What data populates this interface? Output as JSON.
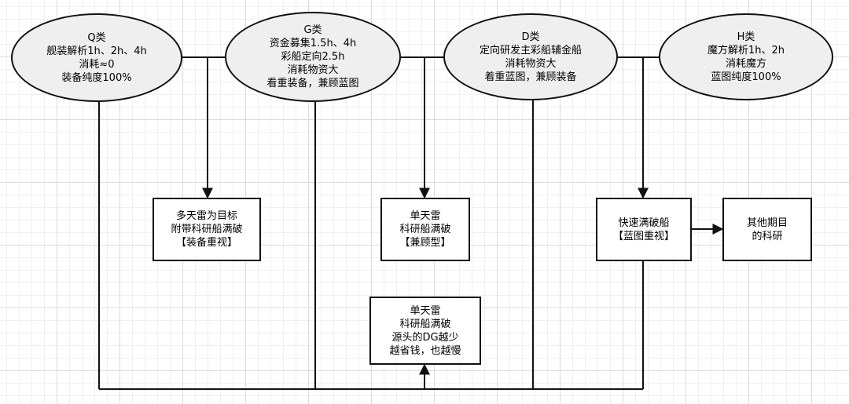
{
  "categories": [
    {
      "id": "q",
      "lines": [
        "Q类",
        "舰装解析1h、2h、4h",
        "消耗≈0",
        "装备纯度100%"
      ]
    },
    {
      "id": "g",
      "lines": [
        "G类",
        "资金募集1.5h、4h",
        "彩船定向2.5h",
        "消耗物资大",
        "看重装备，兼顾蓝图"
      ]
    },
    {
      "id": "d",
      "lines": [
        "D类",
        "定向研发主彩船辅金船",
        "消耗物资大",
        "着重蓝图，兼顾装备"
      ]
    },
    {
      "id": "h",
      "lines": [
        "H类",
        "魔方解析1h、2h",
        "消耗魔方",
        "蓝图纯度100%"
      ]
    }
  ],
  "outcomes": [
    {
      "id": "equipment-focus",
      "lines": [
        "多天雷为目标",
        "附带科研船满破",
        "【装备重视】"
      ]
    },
    {
      "id": "balanced",
      "lines": [
        "单天雷",
        "科研船满破",
        "【兼顾型】"
      ]
    },
    {
      "id": "blueprint-focus",
      "lines": [
        "快速满破船",
        "【蓝图重视】"
      ]
    },
    {
      "id": "other-research",
      "lines": [
        "其他期目",
        "的科研"
      ]
    },
    {
      "id": "dg-less",
      "lines": [
        "单天雷",
        "科研船满破",
        "源头的DG越少",
        "越省钱，也越慢"
      ]
    }
  ]
}
